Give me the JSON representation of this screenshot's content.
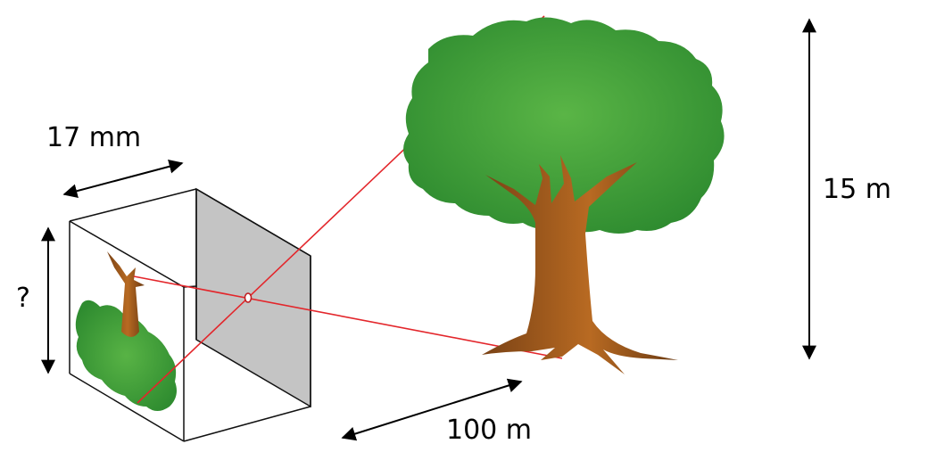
{
  "labels": {
    "depth": "17 mm",
    "image_height": "?",
    "object_height": "15 m",
    "distance": "100 m"
  },
  "colors": {
    "foliage_light": "#55b043",
    "foliage_dark": "#2e8a2f",
    "trunk_light": "#b86a22",
    "trunk_dark": "#6b3a12",
    "ray": "#e3262b",
    "box_shade": "#c4c4c4",
    "outline": "#111111"
  },
  "icons": [
    "tree",
    "inverted-tree-image",
    "pinhole-camera-box",
    "pinhole"
  ]
}
